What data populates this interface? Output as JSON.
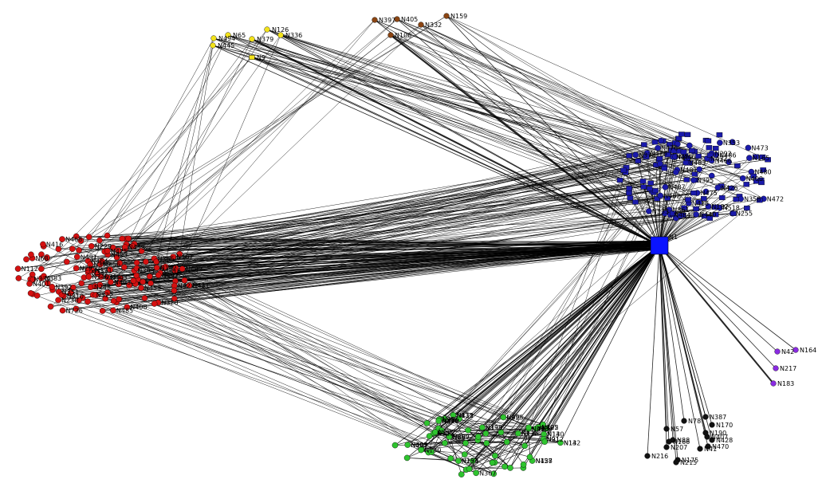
{
  "colors": {
    "background": "#ffffff",
    "edge": "#000000",
    "hub": "#0a14ff",
    "blue_group": "#1a1aaa",
    "red_group": "#d41111",
    "green_group": "#2fc42f",
    "black_group": "#111111",
    "purple_group": "#8a2be2",
    "yellow_group": "#f2e21a",
    "brown_group": "#8b4513",
    "node_outline": "#000000"
  },
  "hub": {
    "label": "N1"
  },
  "groups": {
    "yellow": {
      "labels": [
        "N494",
        "N65",
        "N445",
        "N126",
        "N379",
        "N336",
        "N9"
      ]
    },
    "brown": {
      "labels": [
        "N397",
        "N405",
        "N332",
        "N159",
        "N106"
      ]
    },
    "blue": {
      "labels": [
        "N482",
        "N255",
        "N432",
        "N473",
        "N418",
        "N466",
        "N480",
        "N486",
        "N481",
        "N462",
        "N475",
        "N487",
        "N478",
        "N446",
        "N165",
        "N353",
        "N518",
        "N472",
        "N484",
        "N400",
        "N378",
        "N476",
        "N483",
        "N361",
        "N358",
        "N292",
        "N395",
        "N426",
        "N182",
        "N333",
        "N440"
      ]
    },
    "red": {
      "labels": [
        "N423",
        "N383",
        "N493",
        "N295",
        "N248",
        "N431",
        "N468",
        "N339",
        "N322",
        "N394",
        "N403",
        "N464",
        "N365",
        "N371",
        "N416",
        "N456",
        "N491",
        "N355",
        "N453",
        "N427",
        "N408",
        "N485",
        "N392",
        "N112",
        "N467",
        "N230",
        "N337",
        "N310",
        "N459",
        "N351",
        "N393",
        "N320",
        "N443",
        "N142",
        "N229",
        "N425",
        "N340",
        "N401",
        "N447",
        "N68",
        "N171",
        "N726"
      ]
    },
    "green": {
      "labels": [
        "N69",
        "N134",
        "N425",
        "N457",
        "N463",
        "N156",
        "N138",
        "N136",
        "N125",
        "N13",
        "N403",
        "N495",
        "N142",
        "N276",
        "N91",
        "N412",
        "N29",
        "N130",
        "N367",
        "N272",
        "N269",
        "N293",
        "N99",
        "N128",
        "N90",
        "N92",
        "N398",
        "N132",
        "N155",
        "N140",
        "N305",
        "N122",
        "N13",
        "N419",
        "N212",
        "N133"
      ]
    },
    "black": {
      "labels": [
        "N78",
        "N387",
        "N170",
        "N57",
        "N407",
        "N190",
        "N88",
        "N166",
        "N428",
        "N207",
        "N41",
        "N470",
        "N216",
        "N175",
        "N215"
      ]
    },
    "purple": {
      "labels": [
        "N42",
        "N164",
        "N217",
        "N183"
      ]
    }
  }
}
